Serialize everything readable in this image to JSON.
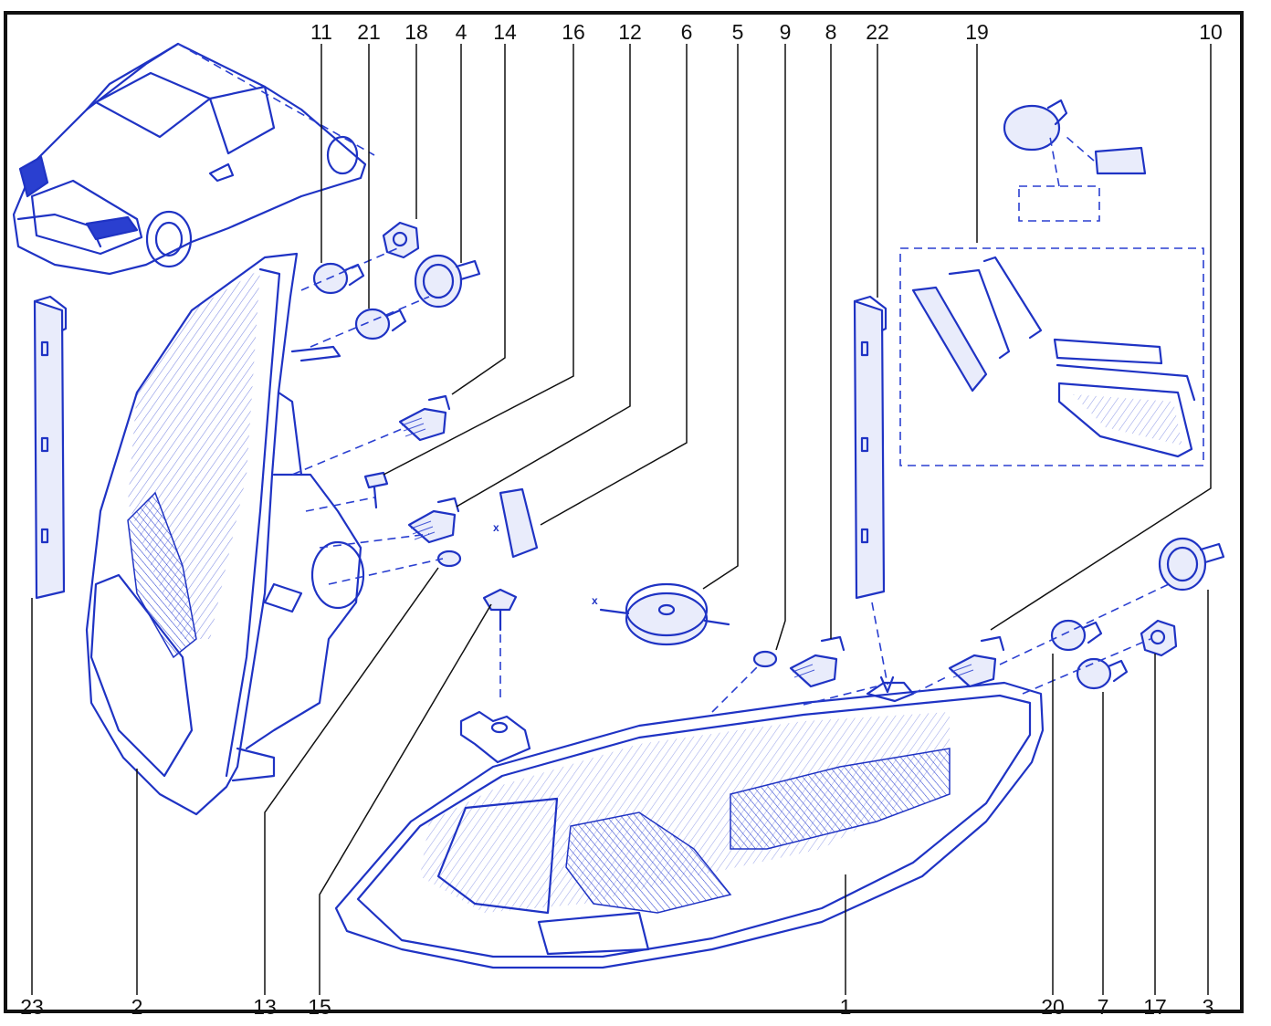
{
  "callouts_top": [
    "11",
    "21",
    "18",
    "4",
    "14",
    "16",
    "12",
    "6",
    "5",
    "9",
    "8",
    "22",
    "19",
    "10"
  ],
  "callouts_bottom": [
    "23",
    "2",
    "13",
    "15",
    "1",
    "20",
    "7",
    "17",
    "3"
  ],
  "dimension_marks": [
    "x",
    "x"
  ]
}
